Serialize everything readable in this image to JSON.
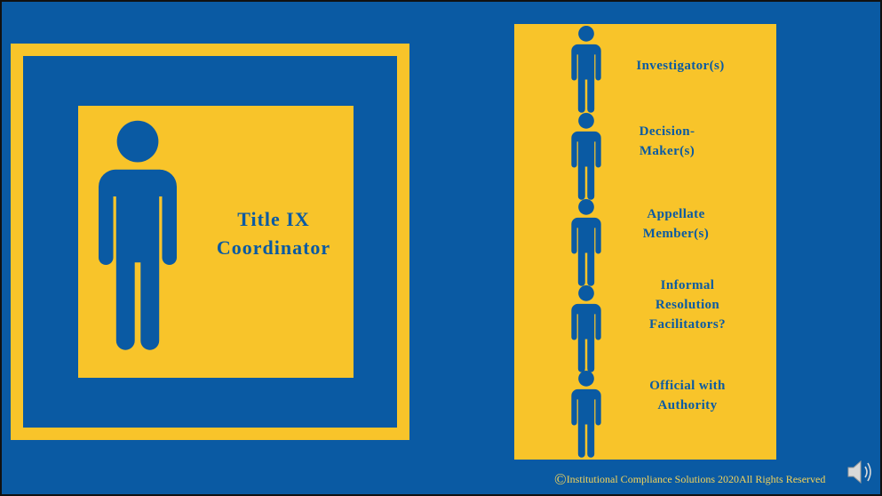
{
  "colors": {
    "blue": "#0a5aa3",
    "gold": "#f8c42a"
  },
  "coordinator": {
    "label": "Title IX Coordinator",
    "icon": "person-icon"
  },
  "roles": [
    {
      "label": "Investigator(s)",
      "icon": "person-icon"
    },
    {
      "label": "Decision-Maker(s)",
      "icon": "person-icon"
    },
    {
      "label": "Appellate Member(s)",
      "icon": "person-icon"
    },
    {
      "label": "Informal Resolution Facilitators?",
      "icon": "person-icon"
    },
    {
      "label": "Official with Authority",
      "icon": "person-icon"
    }
  ],
  "footer": {
    "copyright_symbol": "©",
    "copyright_text": "Institutional Compliance Solutions 2020All Rights Reserved",
    "audio_icon": "speaker-icon"
  }
}
